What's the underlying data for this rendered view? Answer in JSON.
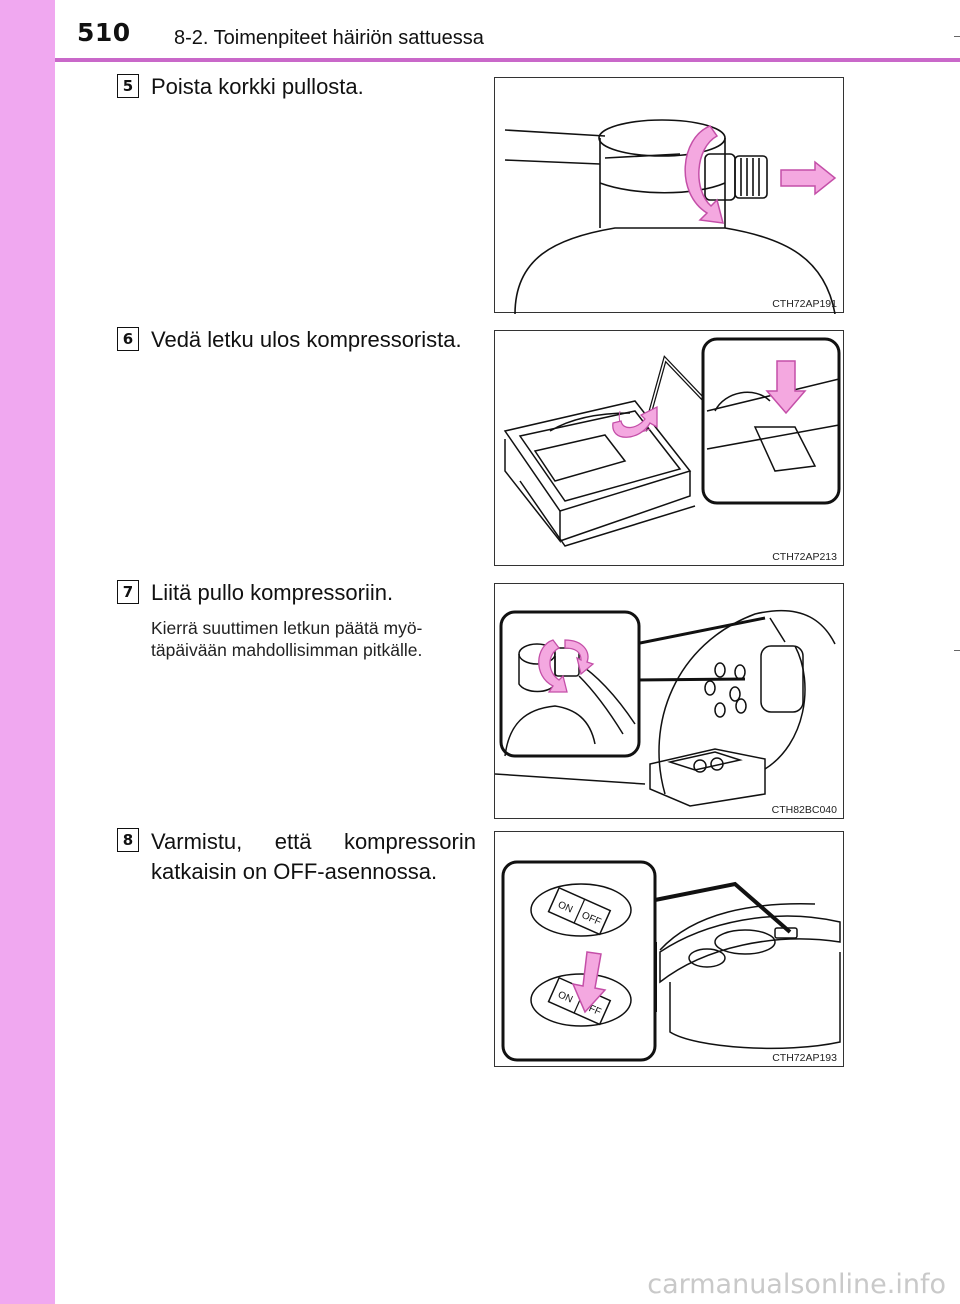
{
  "header": {
    "page_number": "510",
    "section_title": "8-2. Toimenpiteet häiriön sattuessa"
  },
  "steps": [
    {
      "number": "5",
      "text": "Poista korkki pullosta.",
      "figure_code": "CTH72AP191"
    },
    {
      "number": "6",
      "text": "Vedä letku ulos kompressorista.",
      "figure_code": "CTH72AP213"
    },
    {
      "number": "7",
      "text": "Liitä pullo kompressoriin.",
      "subtext_line1": "Kierrä suuttimen letkun päätä myö-",
      "subtext_line2": "täpäivään mahdollisimman pitkälle.",
      "figure_code": "CTH82BC040"
    },
    {
      "number": "8",
      "text_line1": "Varmistu, että kompressorin",
      "text_line2": "katkaisin on OFF-asennossa.",
      "figure_code": "CTH72AP193",
      "switch_on_label": "ON",
      "switch_off_label": "OFF"
    }
  ],
  "footer": {
    "watermark": "carmanualsonline.info"
  },
  "colors": {
    "sidebar": "#f0a8f0",
    "header_rule": "#c968c9",
    "arrow_fill": "#f4a8e0",
    "arrow_stroke": "#c44fa8"
  }
}
